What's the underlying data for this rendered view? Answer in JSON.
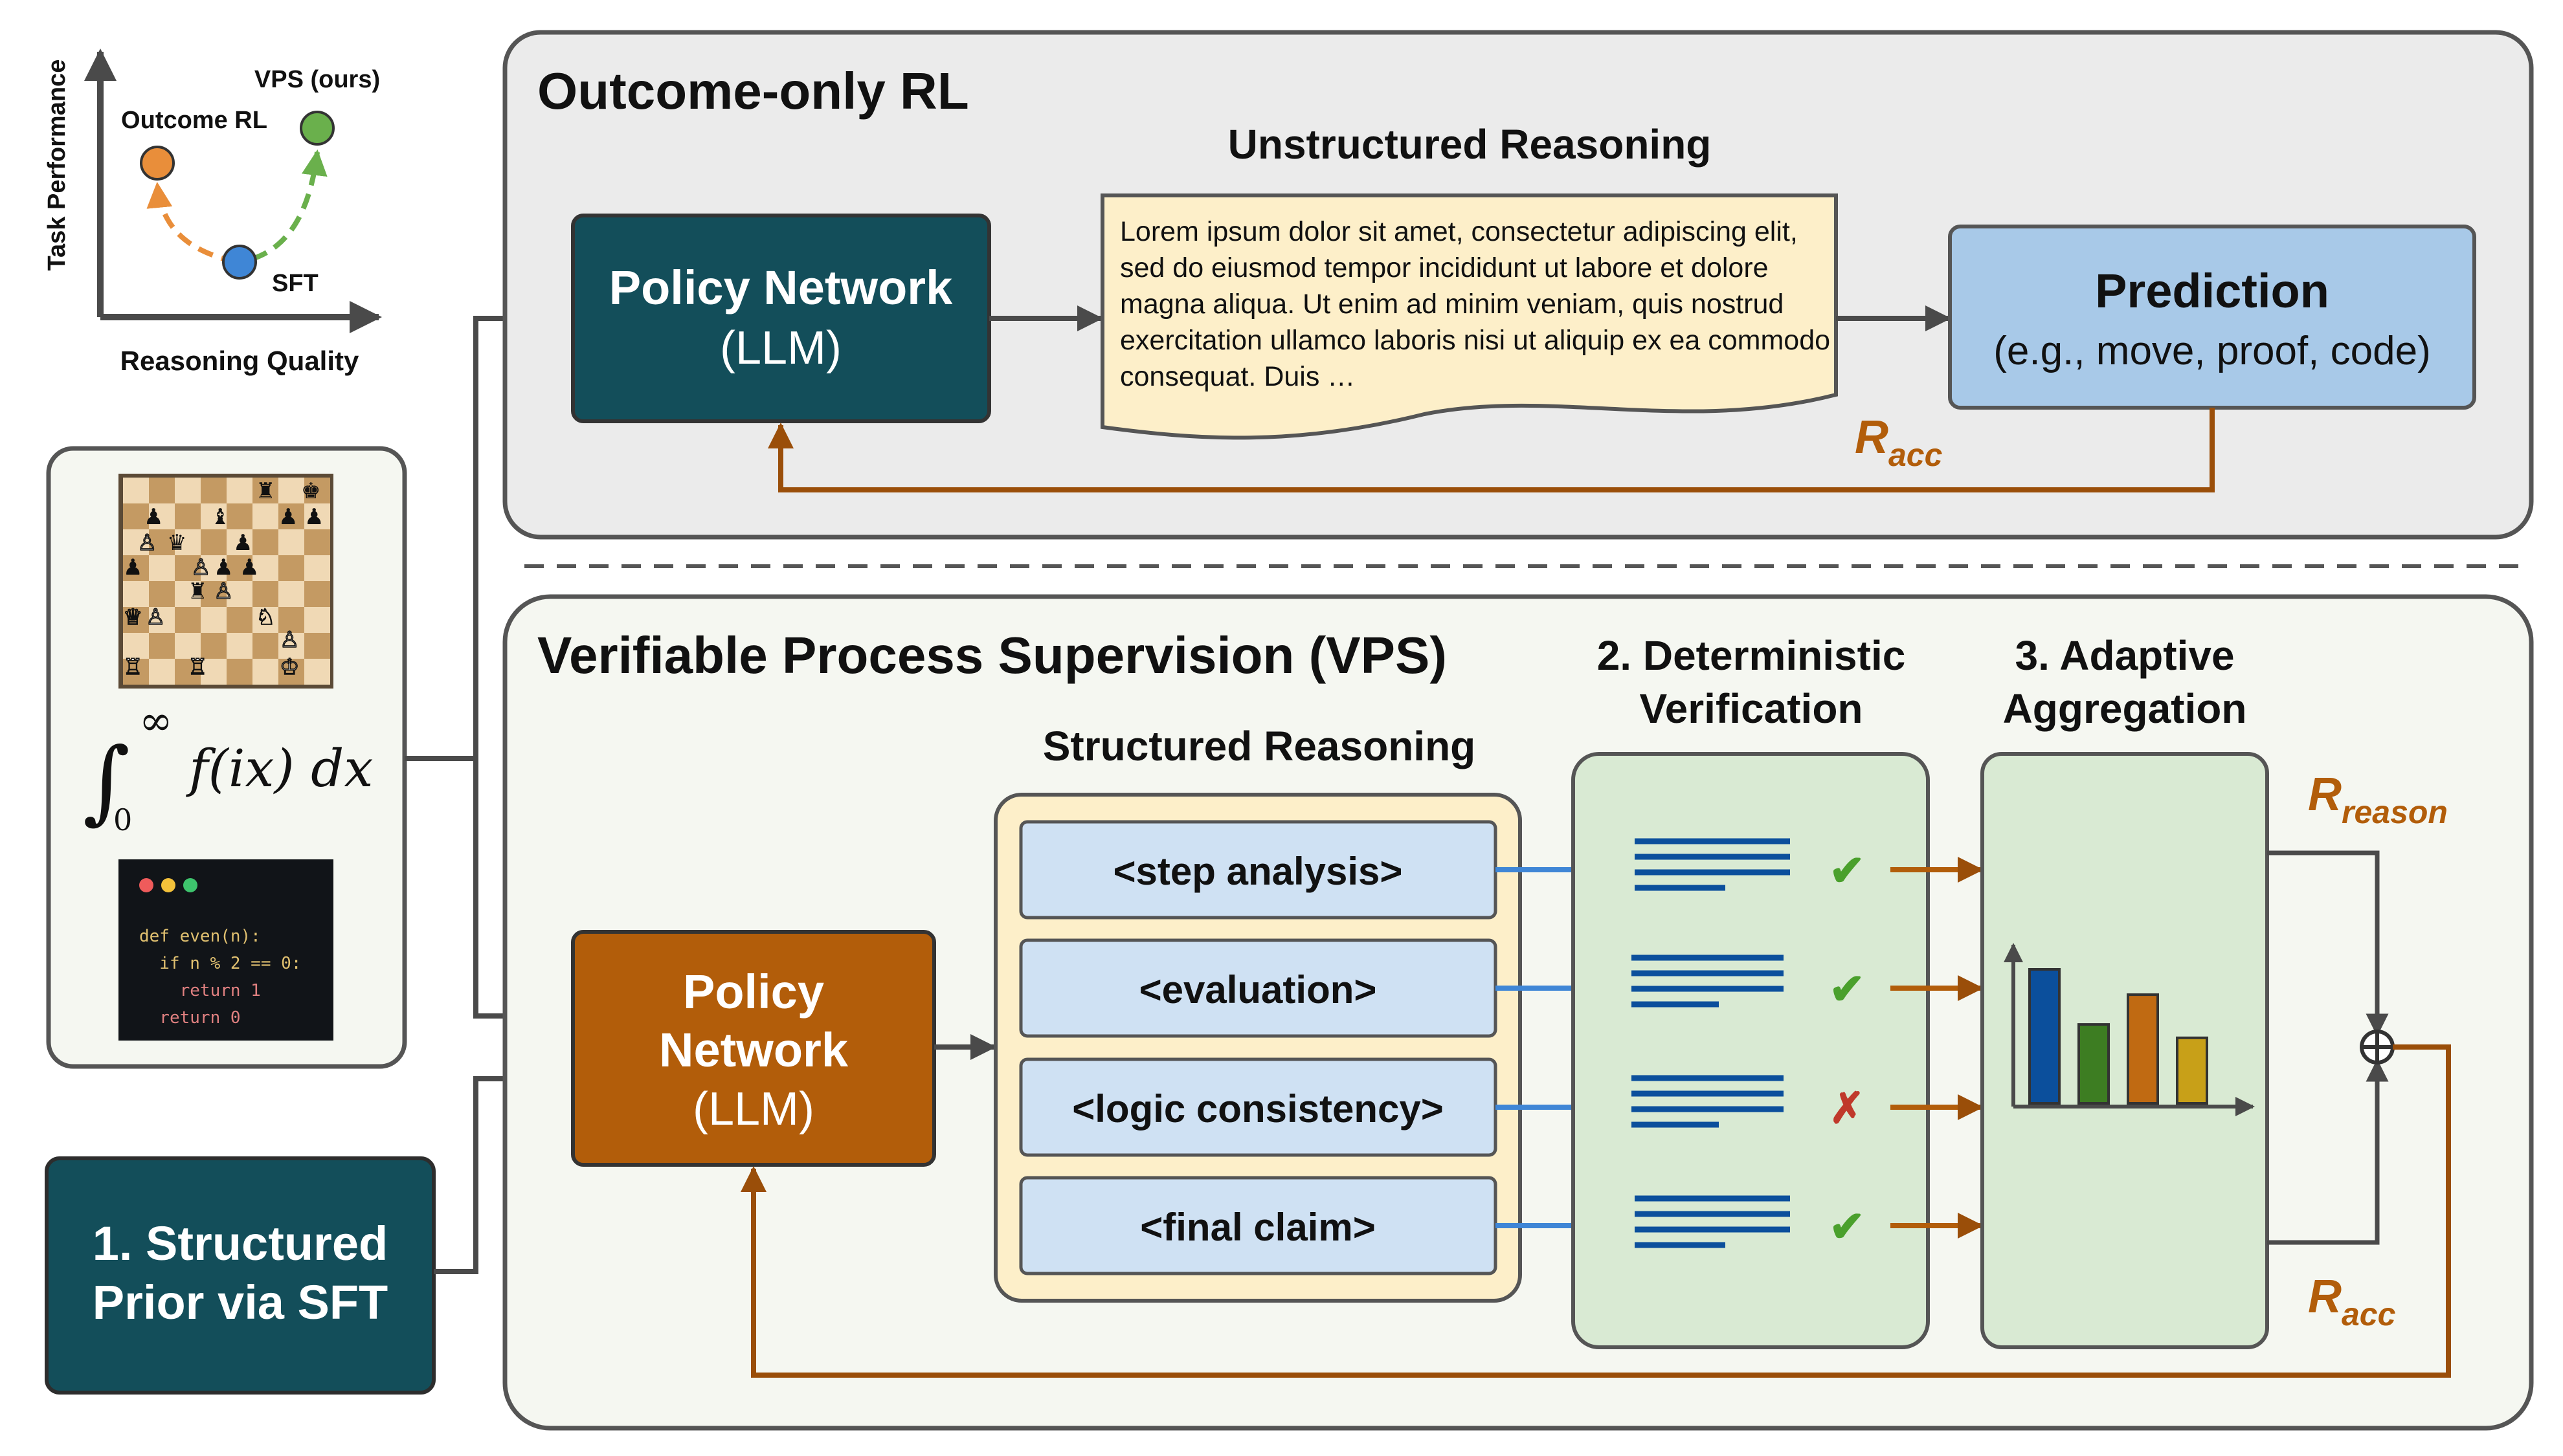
{
  "mini_chart": {
    "y_label": "Task Performance",
    "x_label": "Reasoning Quality",
    "points": [
      {
        "label": "Outcome RL",
        "color": "#e98e3a"
      },
      {
        "label": "SFT",
        "color": "#3f86d6"
      },
      {
        "label": "VPS (ours)",
        "color": "#6ab04c"
      }
    ]
  },
  "inputs": {
    "integral_upper": "∞",
    "integral_lower": "0",
    "integral_body": "f(ix) dx",
    "code_lines": [
      "def even(n):",
      "  if n % 2 == 0:",
      "    return 1",
      "  return 0"
    ]
  },
  "sft_box": {
    "line1": "1. Structured",
    "line2": "Prior via SFT"
  },
  "outcome_panel": {
    "title": "Outcome-only RL",
    "policy_line1": "Policy Network",
    "policy_line2": "(LLM)",
    "unstructured_title": "Unstructured Reasoning",
    "unstructured_text": "Lorem ipsum dolor sit amet, consectetur adipiscing elit, sed do eiusmod tempor incididunt ut labore et dolore magna aliqua. Ut enim ad minim veniam, quis nostrud exercitation ullamco laboris nisi ut aliquip ex ea commodo consequat. Duis …",
    "prediction_title": "Prediction",
    "prediction_sub": "(e.g., move, proof, code)",
    "reward_main": "R",
    "reward_sub": "acc"
  },
  "vps_panel": {
    "title": "Verifiable Process Supervision (VPS)",
    "policy_line1": "Policy",
    "policy_line2": "Network",
    "policy_line3": "(LLM)",
    "structured_title": "Structured Reasoning",
    "steps": [
      "<step analysis>",
      "<evaluation>",
      "<logic consistency>",
      "<final claim>"
    ],
    "verification_title_1": "2. Deterministic",
    "verification_title_2": "Verification",
    "verification_marks": [
      "✔",
      "✔",
      "✗",
      "✔"
    ],
    "aggregation_title_1": "3. Adaptive",
    "aggregation_title_2": "Aggregation",
    "bar_chart": {
      "values": [
        0.9,
        0.53,
        0.73,
        0.44
      ],
      "colors": [
        "#0b4f9c",
        "#3d7d22",
        "#c06a12",
        "#c8a018"
      ]
    },
    "reward_reason_main": "R",
    "reward_reason_sub": "reason",
    "reward_acc_main": "R",
    "reward_acc_sub": "acc",
    "sum_symbol": "⊕"
  },
  "colors": {
    "dark_teal": "#134e5a",
    "orange_brown": "#b25d0a",
    "reward_brown": "#9a4e09",
    "light_blue": "#a8c9e8",
    "step_blue": "#cfe1f3",
    "cream": "#fdefc9",
    "green_panel": "#d9ead3",
    "check_green": "#4aa02c",
    "cross_red": "#c0392b",
    "arrow_blue": "#3f86d6",
    "arrow_gray": "#4a4a4a"
  }
}
